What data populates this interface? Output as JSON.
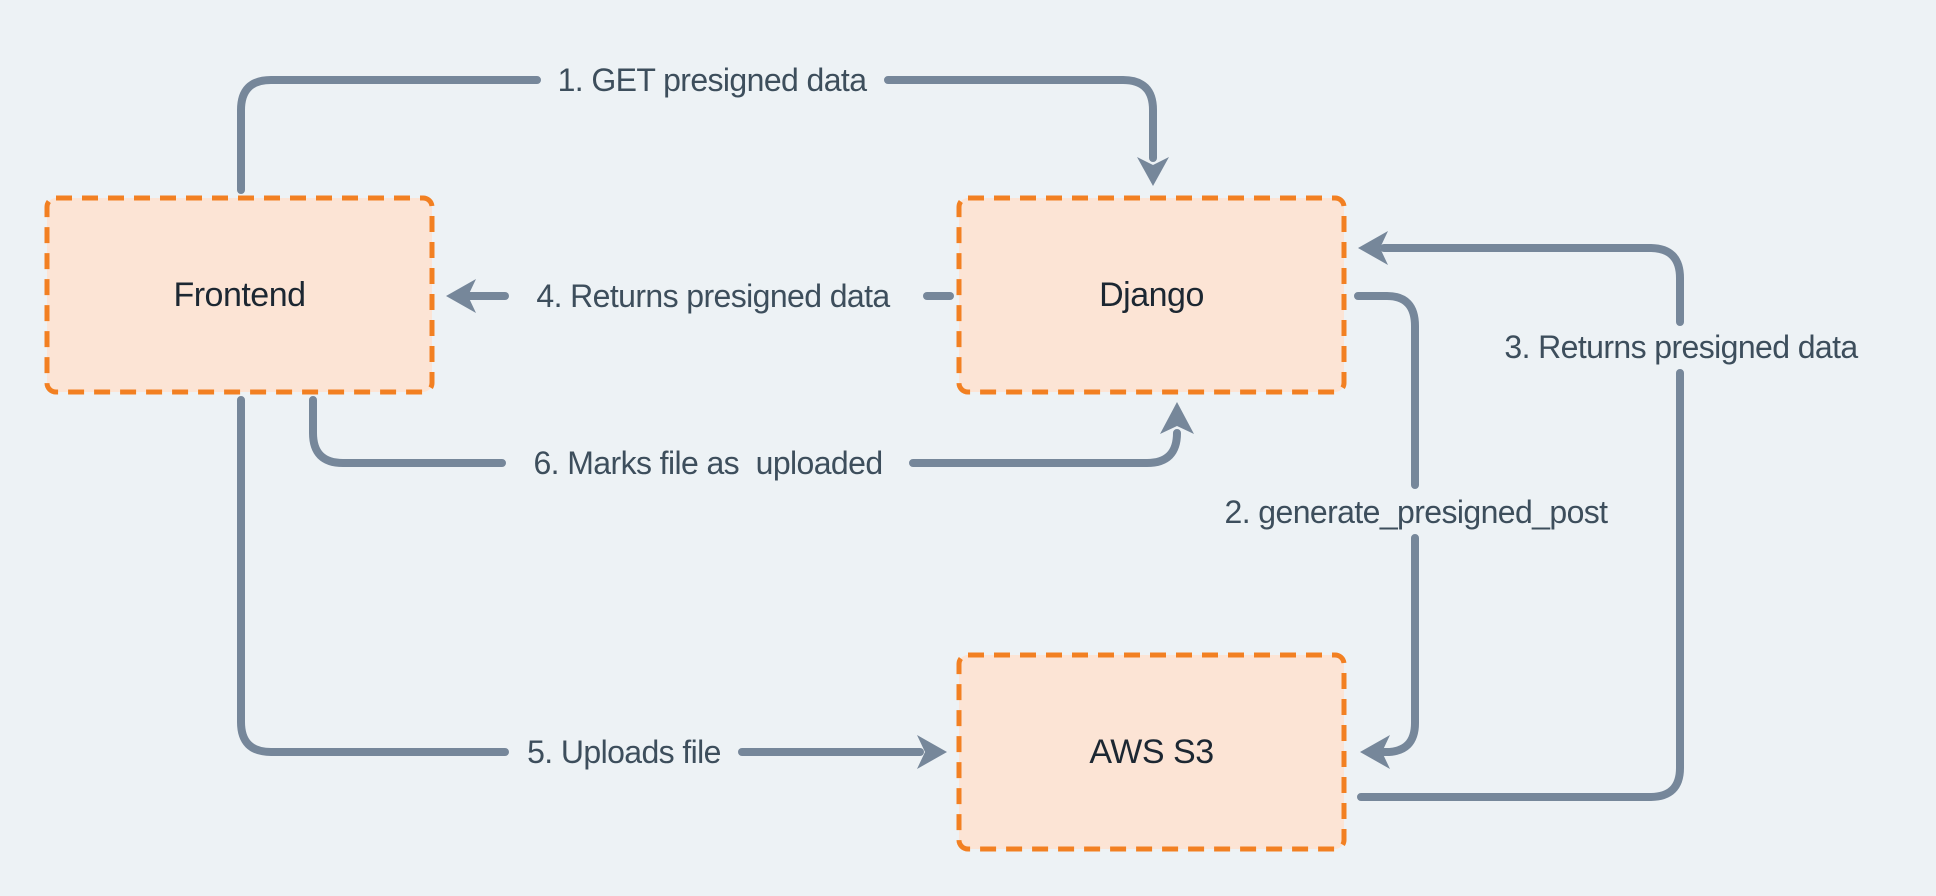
{
  "diagram": {
    "nodes": {
      "frontend": {
        "label": "Frontend"
      },
      "django": {
        "label": "Django"
      },
      "aws_s3": {
        "label": "AWS S3"
      }
    },
    "edges": {
      "step1": {
        "label": "1. GET presigned data",
        "from": "Frontend",
        "to": "Django"
      },
      "step2": {
        "label": "2. generate_presigned_post",
        "from": "Django",
        "to": "AWS S3"
      },
      "step3": {
        "label": "3. Returns presigned data",
        "from": "AWS S3",
        "to": "Django"
      },
      "step4": {
        "label": "4. Returns presigned data",
        "from": "Django",
        "to": "Frontend"
      },
      "step5": {
        "label": "5. Uploads file",
        "from": "Frontend",
        "to": "AWS S3"
      },
      "step6": {
        "label": "6. Marks file as  uploaded",
        "from": "Frontend",
        "to": "Django"
      }
    },
    "colors": {
      "background": "#edf2f5",
      "node_fill": "#fce4d5",
      "node_border": "#f28022",
      "arrow": "#76879a",
      "edge_text": "#3d4e5c",
      "node_text": "#1c2732"
    }
  }
}
